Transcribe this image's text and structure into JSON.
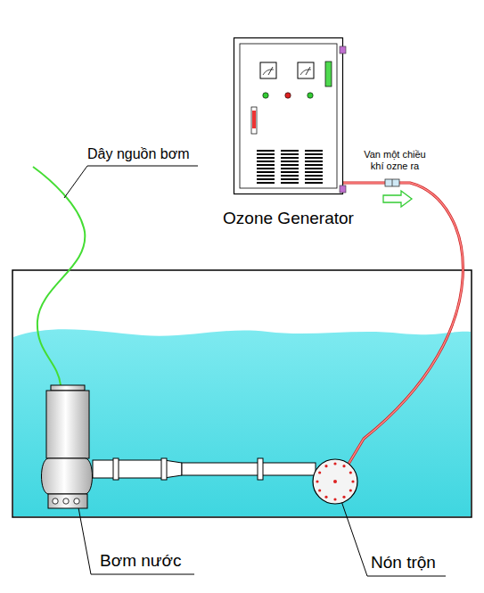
{
  "diagram": {
    "nodes": [
      {
        "text": [
          "Ozone Generator"
        ]
      },
      {
        "text": [
          "Bơm nước"
        ]
      },
      {
        "text": [
          "Nón trộn"
        ]
      }
    ],
    "edges": [
      {
        "from": 0,
        "to": 2,
        "arrow": "none"
      },
      {
        "from": 1,
        "to": 2,
        "arrow": "none"
      }
    ],
    "labels": [
      "Dây nguồn bơm",
      "Van một chiều khí ozne ra"
    ]
  }
}
